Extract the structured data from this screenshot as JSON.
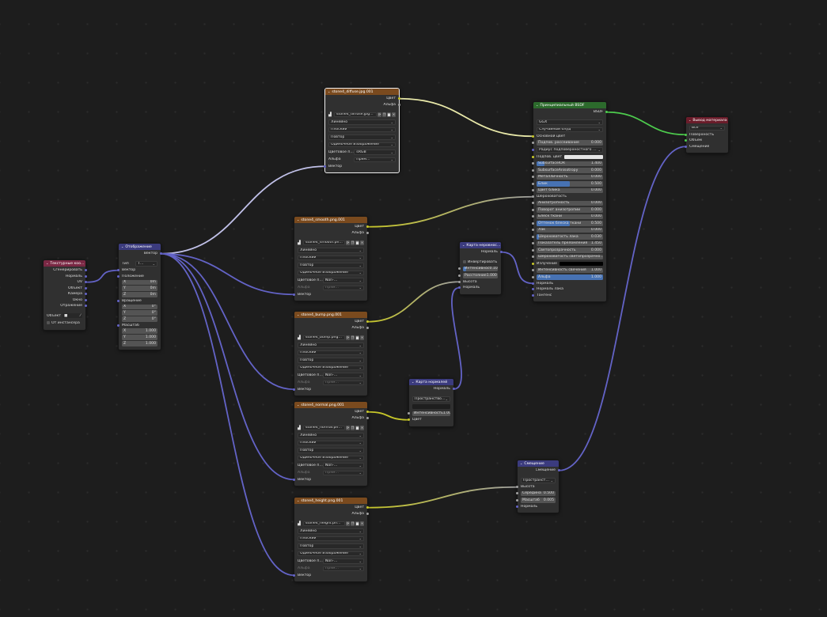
{
  "colors": {
    "vec": "#6363c7",
    "col": "#c7c729",
    "float": "#a1a1a1",
    "shader": "#4dcc4d"
  },
  "nodes": [
    {
      "id": "texcoord",
      "title": "Текстурные координаты",
      "rows": [
        {
          "t": "out",
          "label": "Сгенерировать",
          "s": "vec"
        },
        {
          "t": "out",
          "label": "Нормаль",
          "s": "vec"
        },
        {
          "t": "out",
          "label": "UV",
          "s": "vec"
        },
        {
          "t": "out",
          "label": "Объект",
          "s": "vec"
        },
        {
          "t": "out",
          "label": "Камера",
          "s": "vec"
        },
        {
          "t": "out",
          "label": "Окно",
          "s": "vec"
        },
        {
          "t": "out",
          "label": "Отражение",
          "s": "vec"
        },
        {
          "t": "spacer"
        },
        {
          "t": "objfield",
          "label": "Объект"
        },
        {
          "t": "checkbox",
          "label": "От инстансера"
        }
      ]
    },
    {
      "id": "mapping",
      "title": "Отображение",
      "rows": [
        {
          "t": "out",
          "label": "Вектор",
          "s": "vec"
        },
        {
          "t": "spacer"
        },
        {
          "t": "lsel",
          "label": "Тип",
          "value": "Точка"
        },
        {
          "t": "in",
          "label": "Вектор",
          "s": "vec"
        },
        {
          "t": "in",
          "label": "Положение",
          "s": "vec"
        },
        {
          "t": "prop",
          "label": "X",
          "value": "0m"
        },
        {
          "t": "prop",
          "label": "Y",
          "value": "0m"
        },
        {
          "t": "prop",
          "label": "Z",
          "value": "0m"
        },
        {
          "t": "in",
          "label": "Вращение",
          "s": "vec"
        },
        {
          "t": "prop",
          "label": "X",
          "value": "0°"
        },
        {
          "t": "prop",
          "label": "Y",
          "value": "0°"
        },
        {
          "t": "prop",
          "label": "Z",
          "value": "0°"
        },
        {
          "t": "in",
          "label": "Масштаб",
          "s": "vec"
        },
        {
          "t": "prop",
          "label": "X",
          "value": "1.000"
        },
        {
          "t": "prop",
          "label": "Y",
          "value": "1.000"
        },
        {
          "t": "prop",
          "label": "Z",
          "value": "1.000"
        }
      ]
    },
    {
      "id": "diffuse",
      "title": "stone4_diffuse.jpg.001",
      "rows": [
        {
          "t": "out",
          "label": "Цвет",
          "s": "col"
        },
        {
          "t": "out",
          "label": "Альфа",
          "s": "float"
        },
        {
          "t": "spacer"
        },
        {
          "t": "imgsel",
          "value": "stone4_diffuse.jpg.001"
        },
        {
          "t": "select",
          "value": "Линейно"
        },
        {
          "t": "select",
          "value": "Плоский"
        },
        {
          "t": "select",
          "value": "Повтор"
        },
        {
          "t": "select",
          "value": "Одиночное изображение"
        },
        {
          "t": "lsel",
          "label": "Цветовое п...",
          "value": "sRGB"
        },
        {
          "t": "lsel",
          "label": "Альфа",
          "value": "Прямой"
        },
        {
          "t": "in",
          "label": "Вектор",
          "s": "vec"
        }
      ]
    },
    {
      "id": "smooth",
      "title": "stone4_smooth.png.001",
      "rows": [
        {
          "t": "out",
          "label": "Цвет",
          "s": "col"
        },
        {
          "t": "out",
          "label": "Альфа",
          "s": "float"
        },
        {
          "t": "spacer"
        },
        {
          "t": "imgsel",
          "value": "stone4_smooth.pn..."
        },
        {
          "t": "select",
          "value": "Линейно"
        },
        {
          "t": "select",
          "value": "Плоский"
        },
        {
          "t": "select",
          "value": "Повтор"
        },
        {
          "t": "select",
          "value": "Одиночное изображение"
        },
        {
          "t": "lsel",
          "label": "Цветовое п...",
          "value": "Non-Color"
        },
        {
          "t": "lsel",
          "label": "Альфа",
          "value": "Прямой",
          "disabled": true
        },
        {
          "t": "in",
          "label": "Вектор",
          "s": "vec"
        }
      ]
    },
    {
      "id": "bump_img",
      "title": "stone4_bump.png.001",
      "rows": [
        {
          "t": "out",
          "label": "Цвет",
          "s": "col"
        },
        {
          "t": "out",
          "label": "Альфа",
          "s": "float"
        },
        {
          "t": "spacer"
        },
        {
          "t": "imgsel",
          "value": "stone4_bump.png.001"
        },
        {
          "t": "select",
          "value": "Линейно"
        },
        {
          "t": "select",
          "value": "Плоский"
        },
        {
          "t": "select",
          "value": "Повтор"
        },
        {
          "t": "select",
          "value": "Одиночное изображение"
        },
        {
          "t": "lsel",
          "label": "Цветовое п...",
          "value": "Non-Color"
        },
        {
          "t": "lsel",
          "label": "Альфа",
          "value": "Прямой",
          "disabled": true
        },
        {
          "t": "in",
          "label": "Вектор",
          "s": "vec"
        }
      ]
    },
    {
      "id": "normal_img",
      "title": "stone4_normal.png.001",
      "rows": [
        {
          "t": "out",
          "label": "Цвет",
          "s": "col"
        },
        {
          "t": "out",
          "label": "Альфа",
          "s": "float"
        },
        {
          "t": "spacer"
        },
        {
          "t": "imgsel",
          "value": "stone4_normal.png..."
        },
        {
          "t": "select",
          "value": "Линейно"
        },
        {
          "t": "select",
          "value": "Плоский"
        },
        {
          "t": "select",
          "value": "Повтор"
        },
        {
          "t": "select",
          "value": "Одиночное изображение"
        },
        {
          "t": "lsel",
          "label": "Цветовое п...",
          "value": "Non-Color"
        },
        {
          "t": "lsel",
          "label": "Альфа",
          "value": "Прямой",
          "disabled": true
        },
        {
          "t": "in",
          "label": "Вектор",
          "s": "vec"
        }
      ]
    },
    {
      "id": "height_img",
      "title": "stone4_height.png.001",
      "rows": [
        {
          "t": "out",
          "label": "Цвет",
          "s": "col"
        },
        {
          "t": "out",
          "label": "Альфа",
          "s": "float"
        },
        {
          "t": "spacer"
        },
        {
          "t": "imgsel",
          "value": "stone4_height.png.001"
        },
        {
          "t": "select",
          "value": "Линейно"
        },
        {
          "t": "select",
          "value": "Плоский"
        },
        {
          "t": "select",
          "value": "Повтор"
        },
        {
          "t": "select",
          "value": "Одиночное изображение"
        },
        {
          "t": "lsel",
          "label": "Цветовое п...",
          "value": "Non-Color"
        },
        {
          "t": "lsel",
          "label": "Альфа",
          "value": "Прямой",
          "disabled": true
        },
        {
          "t": "in",
          "label": "Вектор",
          "s": "vec"
        }
      ]
    },
    {
      "id": "bump",
      "title": "Карта неровностей",
      "rows": [
        {
          "t": "out",
          "label": "Нормаль",
          "s": "vec"
        },
        {
          "t": "spacer"
        },
        {
          "t": "checkbox",
          "label": "Инвертировать"
        },
        {
          "t": "prop",
          "label": "Интенсивнос",
          "value": "0.100",
          "fill": 0.1,
          "s": "float"
        },
        {
          "t": "prop",
          "label": "Расстояние",
          "value": "1.000",
          "s": "float"
        },
        {
          "t": "in",
          "label": "Высота",
          "s": "float"
        },
        {
          "t": "in",
          "label": "Нормаль",
          "s": "vec"
        }
      ]
    },
    {
      "id": "normalmap",
      "title": "Карта нормалей",
      "rows": [
        {
          "t": "out",
          "label": "Нормаль",
          "s": "vec"
        },
        {
          "t": "spacer"
        },
        {
          "t": "select",
          "value": "Пространство касат..."
        },
        {
          "t": "uvfield",
          "value": ""
        },
        {
          "t": "prop",
          "label": "Интенсивность",
          "value": "1.000",
          "s": "float"
        },
        {
          "t": "in",
          "label": "Цвет",
          "s": "col"
        }
      ]
    },
    {
      "id": "displace",
      "title": "Смещение",
      "rows": [
        {
          "t": "out",
          "label": "Смещение",
          "s": "vec"
        },
        {
          "t": "spacer"
        },
        {
          "t": "select",
          "value": "Пространство объе..."
        },
        {
          "t": "in",
          "label": "Высота",
          "s": "float"
        },
        {
          "t": "prop",
          "label": "Середина",
          "value": "0.500",
          "s": "float"
        },
        {
          "t": "prop",
          "label": "Масштаб",
          "value": "0.005",
          "s": "float"
        },
        {
          "t": "in",
          "label": "Нормаль",
          "s": "vec"
        }
      ]
    },
    {
      "id": "principled",
      "title": "Принципиальный BSDF",
      "rows": [
        {
          "t": "out",
          "label": "BSDF",
          "s": "shader"
        },
        {
          "t": "spacer"
        },
        {
          "t": "select",
          "value": "GGX"
        },
        {
          "t": "select",
          "value": "Случайный блуд"
        },
        {
          "t": "in",
          "label": "Основной цвет",
          "s": "col"
        },
        {
          "t": "prop",
          "label": "Подпов. рассеивание",
          "value": "0.000",
          "s": "float"
        },
        {
          "t": "select",
          "value": "Радиус подповерхностного рассеивания",
          "s": "vec"
        },
        {
          "t": "color",
          "label": "Подпов. цвет",
          "swatch": "#e6e6e6",
          "s": "col"
        },
        {
          "t": "prop",
          "label": "SubsurfaceIOR",
          "value": "1.400",
          "fill": 0.12,
          "s": "float"
        },
        {
          "t": "prop",
          "label": "SubsurfaceAnisotropy",
          "value": "0.000",
          "s": "float"
        },
        {
          "t": "prop",
          "label": "Металличность",
          "value": "0.000",
          "s": "float"
        },
        {
          "t": "prop",
          "label": "Блик",
          "value": "0.500",
          "fill": 0.5,
          "s": "float"
        },
        {
          "t": "prop",
          "label": "Цвет блика",
          "value": "0.000",
          "s": "float"
        },
        {
          "t": "in",
          "label": "Шероховатость",
          "s": "float"
        },
        {
          "t": "prop",
          "label": "Анизотропность",
          "value": "0.000",
          "s": "float"
        },
        {
          "t": "prop",
          "label": "Поворот анизотропии",
          "value": "0.000",
          "s": "float"
        },
        {
          "t": "prop",
          "label": "Блеск ткани",
          "value": "0.000",
          "s": "float"
        },
        {
          "t": "prop",
          "label": "Оттенок блеска ткани",
          "value": "0.500",
          "fill": 0.5,
          "s": "float"
        },
        {
          "t": "prop",
          "label": "Лак",
          "value": "0.000",
          "s": "float"
        },
        {
          "t": "prop",
          "label": "Шероховатость лака",
          "value": "0.030",
          "fill": 0.03,
          "s": "float"
        },
        {
          "t": "prop",
          "label": "Показатель преломления",
          "value": "1.450",
          "s": "float"
        },
        {
          "t": "prop",
          "label": "Светопрозрачность",
          "value": "0.000",
          "s": "float"
        },
        {
          "t": "prop",
          "label": "Шероховатость светопрозрачно...",
          "value": "0.000",
          "s": "float"
        },
        {
          "t": "color",
          "label": "Излучение",
          "swatch": "#000000",
          "s": "col"
        },
        {
          "t": "prop",
          "label": "Интенсивность свечения",
          "value": "1.000",
          "s": "float"
        },
        {
          "t": "prop",
          "label": "Альфа",
          "value": "1.000",
          "fill": 1,
          "s": "float"
        },
        {
          "t": "in",
          "label": "Нормаль",
          "s": "vec"
        },
        {
          "t": "in",
          "label": "Нормаль лака",
          "s": "vec"
        },
        {
          "t": "in",
          "label": "Тангенс",
          "s": "vec"
        }
      ]
    },
    {
      "id": "output",
      "title": "Вывод материала",
      "rows": [
        {
          "t": "select",
          "value": "Все"
        },
        {
          "t": "in",
          "label": "Поверхность",
          "s": "shader"
        },
        {
          "t": "in",
          "label": "Объём",
          "s": "shader"
        },
        {
          "t": "in",
          "label": "Смещение",
          "s": "vec"
        }
      ]
    }
  ],
  "links": [
    {
      "from": "texcoord",
      "out": 2,
      "to": "mapping",
      "in": 3
    },
    {
      "from": "mapping",
      "out": 0,
      "to": "diffuse",
      "in": 10
    },
    {
      "from": "mapping",
      "out": 0,
      "to": "smooth",
      "in": 10
    },
    {
      "from": "mapping",
      "out": 0,
      "to": "bump_img",
      "in": 10
    },
    {
      "from": "mapping",
      "out": 0,
      "to": "normal_img",
      "in": 10
    },
    {
      "from": "mapping",
      "out": 0,
      "to": "height_img",
      "in": 10
    },
    {
      "from": "diffuse",
      "out": 0,
      "to": "principled",
      "in": 4
    },
    {
      "from": "smooth",
      "out": 0,
      "to": "principled",
      "in": 13
    },
    {
      "from": "bump_img",
      "out": 0,
      "to": "bump",
      "in": 5
    },
    {
      "from": "normal_img",
      "out": 0,
      "to": "normalmap",
      "in": 5
    },
    {
      "from": "normalmap",
      "out": 0,
      "to": "bump",
      "in": 6
    },
    {
      "from": "bump",
      "out": 0,
      "to": "principled",
      "in": 26
    },
    {
      "from": "height_img",
      "out": 0,
      "to": "displace",
      "in": 3
    },
    {
      "from": "principled",
      "out": 0,
      "to": "output",
      "in": 1
    },
    {
      "from": "displace",
      "out": 0,
      "to": "output",
      "in": 3
    }
  ]
}
